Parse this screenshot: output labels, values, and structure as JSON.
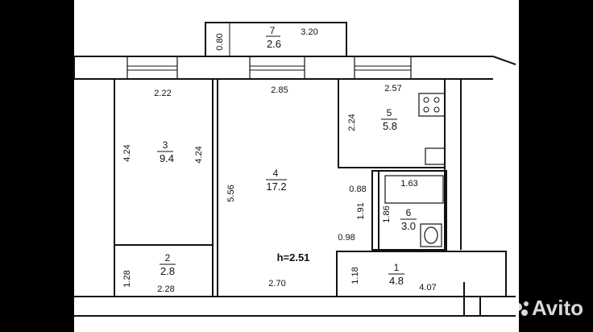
{
  "rooms": [
    {
      "id": "1",
      "area": "4.8"
    },
    {
      "id": "2",
      "area": "2.8"
    },
    {
      "id": "3",
      "area": "9.4"
    },
    {
      "id": "4",
      "area": "17.2"
    },
    {
      "id": "5",
      "area": "5.8"
    },
    {
      "id": "6",
      "area": "3.0"
    },
    {
      "id": "7",
      "area": "2.6"
    }
  ],
  "dimensions": {
    "balcony_w": "3.20",
    "balcony_h": "0.80",
    "r3_top": "2.22",
    "r3_left": "4.24",
    "r3_right": "4.24",
    "r4_top": "2.85",
    "r4_left": "5.56",
    "r4_bottom": "2.70",
    "r5_top": "2.57",
    "r5_left": "2.24",
    "d_088": "0.88",
    "bath_w": "1.63",
    "r6_left": "1.91",
    "r6_right": "1.86",
    "d_098": "0.98",
    "r2_left": "1.28",
    "r2_bottom": "2.28",
    "r1_left": "1.18",
    "r1_bottom": "4.07"
  },
  "ceiling_height": "h=2.51",
  "watermark": "Avito"
}
